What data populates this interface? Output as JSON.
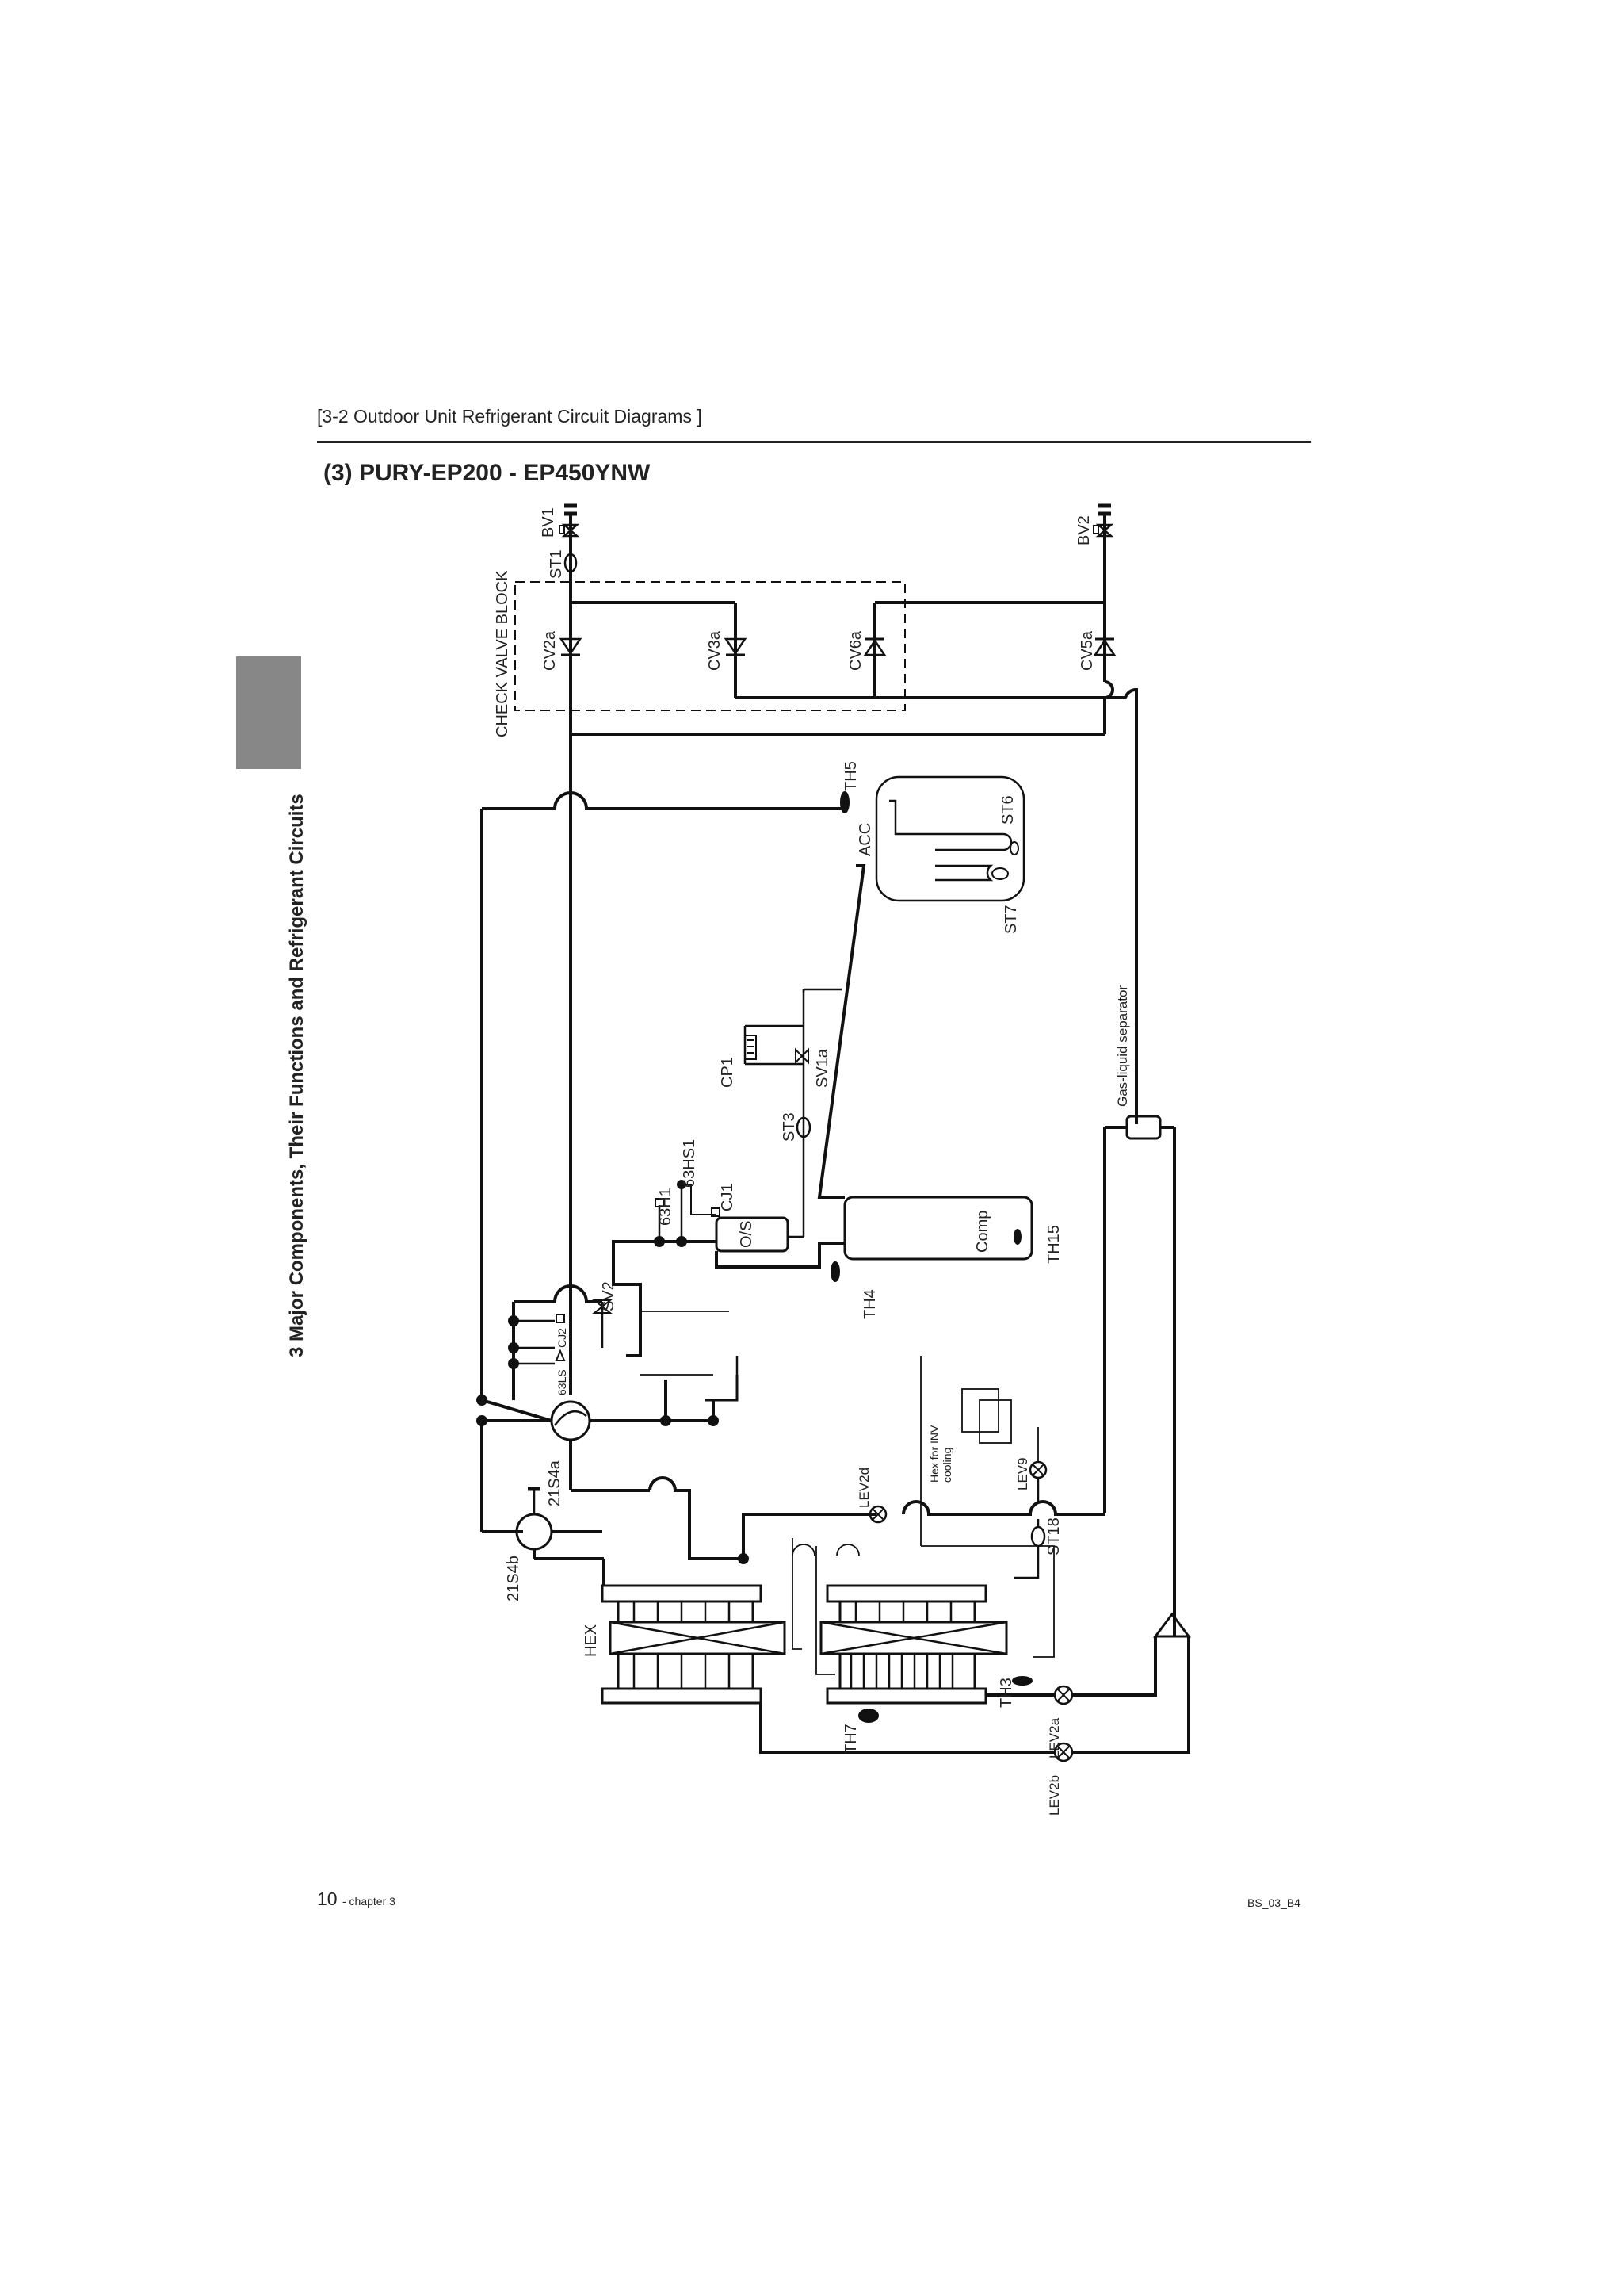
{
  "header": {
    "section": "[3-2 Outdoor Unit Refrigerant Circuit Diagrams ]",
    "title": "(3) PURY-EP200 - EP450YNW"
  },
  "sidebar": {
    "chapter_title": "3  Major Components, Their Functions and Refrigerant Circuits"
  },
  "diagram": {
    "labels": {
      "bv1": "BV1",
      "st1": "ST1",
      "bv2": "BV2",
      "check_valve_block": "CHECK VALVE BLOCK",
      "cv2a": "CV2a",
      "cv3a": "CV3a",
      "cv6a": "CV6a",
      "cv5a": "CV5a",
      "th5": "TH5",
      "acc": "ACC",
      "st6": "ST6",
      "st7": "ST7",
      "gas_liquid_separator": "Gas-liquid separator",
      "cp1": "CP1",
      "sv1a": "SV1a",
      "st3": "ST3",
      "h63h1": "63H1",
      "h63hs1": "63HS1",
      "cj1": "CJ1",
      "os": "O/S",
      "comp": "Comp",
      "th15": "TH15",
      "th4": "TH4",
      "sv2": "SV2",
      "cj2": "CJ2",
      "l63ls": "63LS",
      "hex_inv_1": "Hex for INV",
      "hex_inv_2": "cooling",
      "lev2d": "LEV2d",
      "lev9": "LEV9",
      "st18": "ST18",
      "s21s4a": "21S4a",
      "s21s4b": "21S4b",
      "hex": "HEX",
      "th3": "TH3",
      "th7": "TH7",
      "lev2a": "LEV2a",
      "lev2b": "LEV2b"
    }
  },
  "footer": {
    "page_number": "10",
    "chapter_ref": "- chapter 3",
    "doc_code": "BS_03_B4"
  }
}
